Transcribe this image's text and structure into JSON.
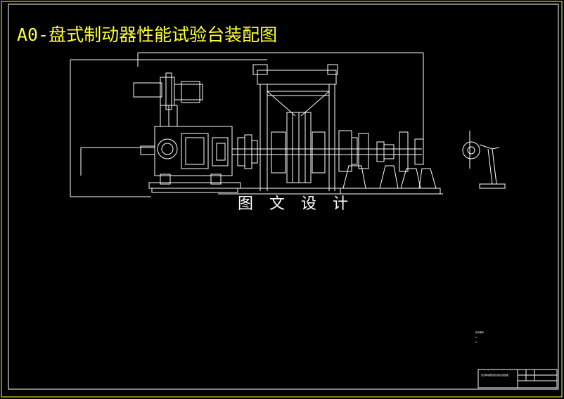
{
  "drawing": {
    "title": "A0-盘式制动器性能试验台装配图",
    "watermark": "图 文 设 计",
    "notes_heading": "技术要求",
    "notes": [
      "1. ",
      "2. "
    ],
    "title_block_label": "盘式制动器性能试验台装配图"
  },
  "colors": {
    "background": "#000000",
    "line": "#ffffff",
    "border": "#ffff33",
    "title": "#ffff33"
  }
}
